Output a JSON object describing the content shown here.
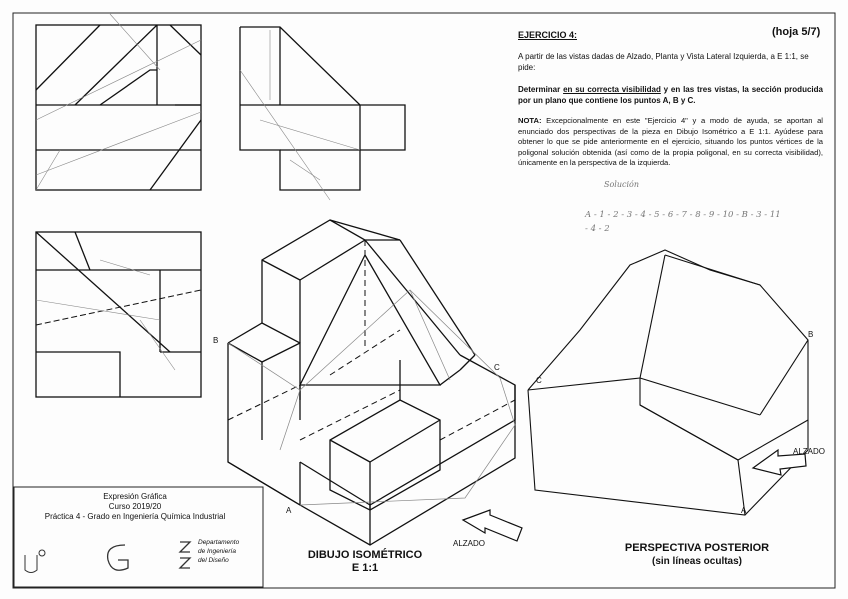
{
  "exercise": {
    "title": "EJERCICIO 4:",
    "sheet": "(hoja 5/7)",
    "intro": "A partir de las vistas dadas de Alzado, Planta y Vista Lateral Izquierda, a E 1:1, se pide:",
    "task_prefix": "Determinar",
    "task_emphasis": "en su correcta visibilidad",
    "task_rest": "y en las tres vistas, la sección producida por un plano que contiene los puntos A, B y C.",
    "note_label": "NOTA:",
    "note_text": "Excepcionalmente en este \"Ejercicio 4\" y a modo de ayuda, se aportan al enunciado dos perspectivas de la pieza en Dibujo Isométrico a E 1:1. Ayúdese para obtener lo que se pide anteriormente en el ejercicio, situando los puntos vértices de la poligonal solución obtenida (así como de la propia poligonal, en su correcta visibilidad), únicamente en la perspectiva de la izquierda."
  },
  "handwritten": {
    "solution_label": "Solución",
    "solution_sequence": "A - 1 - 2 - 3 - 4 - 5 - 6 - 7 - 8 - 9 - 10 - B - 3 - 11 - 4 - 2"
  },
  "labels": {
    "isometric_title": "DIBUJO ISOMÉTRICO",
    "isometric_scale": "E 1:1",
    "rear_title": "PERSPECTIVA POSTERIOR",
    "rear_subtitle": "(sin líneas ocultas)",
    "alzado_left": "ALZADO",
    "alzado_right": "ALZADO",
    "point_a_iso": "A",
    "point_b_iso": "B",
    "point_c_iso": "C",
    "point_a_rear": "A",
    "point_b_rear": "B",
    "point_c_rear": "C"
  },
  "title_block": {
    "course_title": "Expresión Gráfica",
    "year": "Curso 2019/20",
    "practice": "Práctica 4 - Grado en Ingeniería Química Industrial",
    "dept_line1": "Departamento",
    "dept_line2": "de Ingeniería",
    "dept_line3": "del Diseño",
    "logo_left": "US",
    "logo_center": "G",
    "logo_right": "ZZ"
  }
}
